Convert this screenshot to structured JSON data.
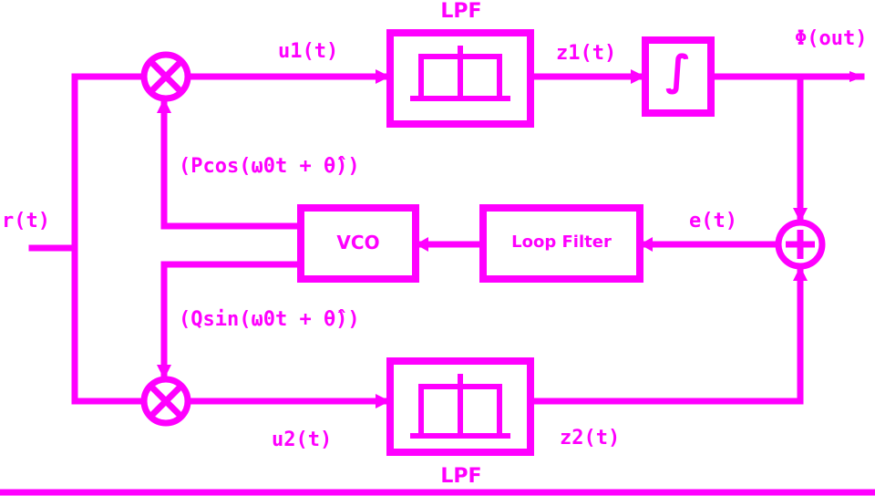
{
  "colors": {
    "ink": "#ff00ff",
    "background": "#ffffff"
  },
  "diagram": {
    "blocks": {
      "vco": "VCO",
      "loop_filter": "Loop Filter",
      "lpf_top": "LPF",
      "lpf_bottom": "LPF",
      "integrator": "∫"
    },
    "signals": {
      "input": "r(t)",
      "top_mix": "u1(t)",
      "top_lpf_out": "z1(t)",
      "output": "Φ(out)",
      "error": "e(t)",
      "bottom_mix": "u2(t)",
      "bottom_lpf_out": "z2(t)",
      "vco_top": "(Pcos(ω0t + θ̂))",
      "vco_bottom": "(Qsin(ω0t + θ̂))"
    },
    "icons": [
      "multiplier-icon",
      "summing-junction-icon",
      "lowpass-response-icon",
      "integrator-icon"
    ]
  }
}
